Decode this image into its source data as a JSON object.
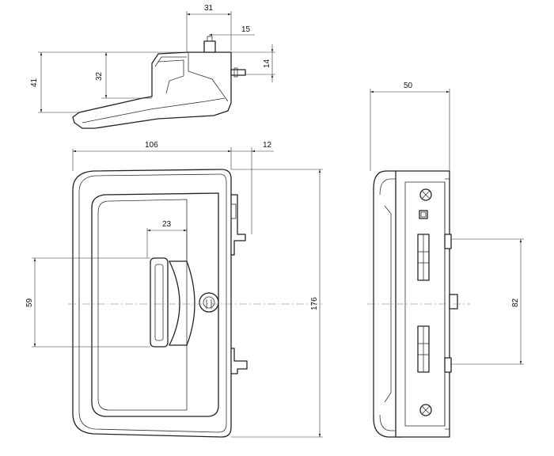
{
  "drawing": {
    "dimensions": {
      "top_width": "31",
      "top_small_width": "15",
      "top_height_total": "41",
      "top_height_inner": "32",
      "top_pin_height": "14",
      "front_width": "106",
      "front_offset": "12",
      "front_slot_width": "23",
      "front_slot_height": "59",
      "front_height": "176",
      "side_width": "50",
      "side_bolt_spacing": "82"
    }
  }
}
